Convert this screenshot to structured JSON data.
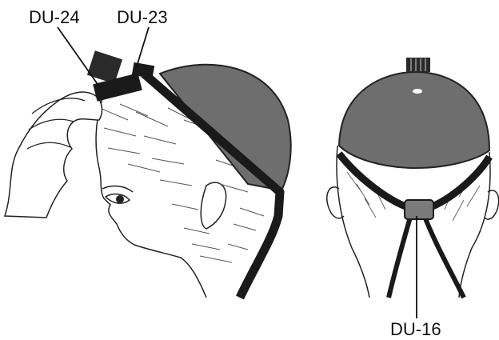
{
  "labels": {
    "du24": "DU-24",
    "du23": "DU-23",
    "du16": "DU-16"
  },
  "colors": {
    "cap": "#6e6e6e",
    "strap": "#1a1a1a",
    "skin": "#ffffff",
    "ink": "#222222"
  }
}
